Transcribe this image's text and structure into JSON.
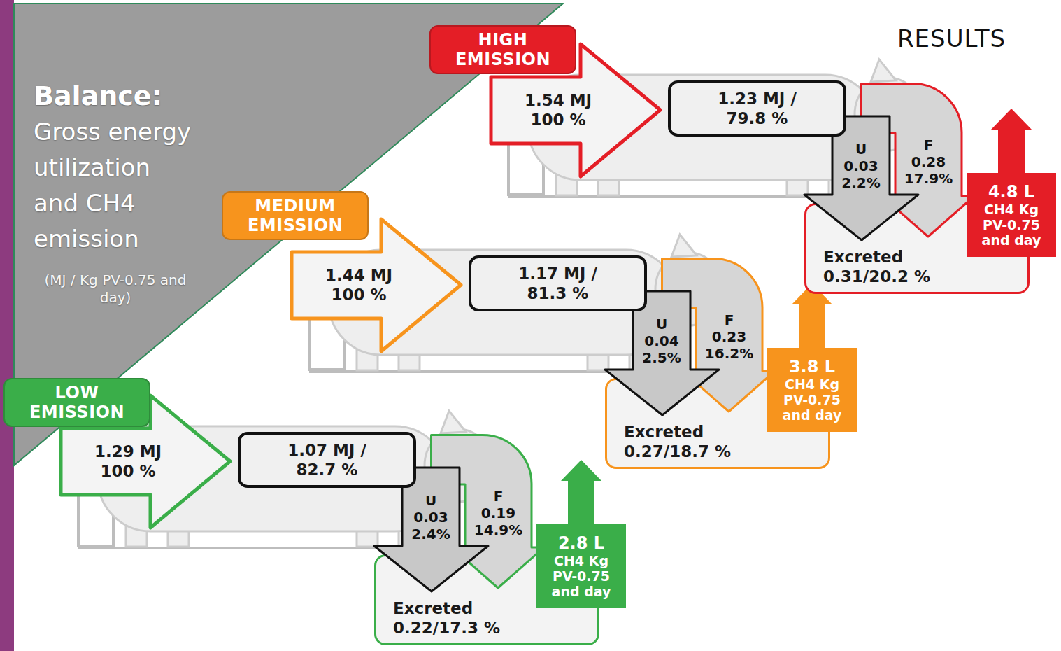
{
  "diagram": {
    "title": "Balance: Gross energy utilization and CH4 emission",
    "nodes": [
      {
        "text": [
          "HIGH EMISSION"
        ]
      },
      {
        "text": [
          "1.54 MJ 100 %"
        ]
      },
      {
        "text": [
          "1.23 MJ / 79.8 %"
        ]
      },
      {
        "text": [
          "U 0.03 2.2%"
        ]
      },
      {
        "text": [
          "F 0.28 17.9%"
        ]
      },
      {
        "text": [
          "4.8 L",
          "CH4 Kg PV-0.75 and day"
        ]
      },
      {
        "text": [
          "Excreted 0.31/20.2 %"
        ]
      },
      {
        "text": [
          "MEDIUM EMISSION"
        ]
      },
      {
        "text": [
          "1.44 MJ 100 %"
        ]
      },
      {
        "text": [
          "1.17 MJ / 81.3 %"
        ]
      },
      {
        "text": [
          "U 0.04 2.5%"
        ]
      },
      {
        "text": [
          "F 0.23 16.2%"
        ]
      },
      {
        "text": [
          "3.8 L",
          "CH4 Kg PV-0.75 and day"
        ]
      },
      {
        "text": [
          "Excreted 0.27/18.7 %"
        ]
      },
      {
        "text": [
          "LOW EMISSION"
        ]
      },
      {
        "text": [
          "1.29 MJ 100 %"
        ]
      },
      {
        "text": [
          "1.07 MJ / 82.7 %"
        ]
      },
      {
        "text": [
          "U 0.03 2.4%"
        ]
      },
      {
        "text": [
          "F 0.19 14.9%"
        ]
      },
      {
        "text": [
          "2.8 L",
          "CH4 Kg PV-0.75 and day"
        ]
      },
      {
        "text": [
          "Excreted 0.22/17.3 %"
        ]
      }
    ],
    "labels": [
      "(MJ / Kg PV-0.75 and day)",
      "RESULTS"
    ]
  }
}
